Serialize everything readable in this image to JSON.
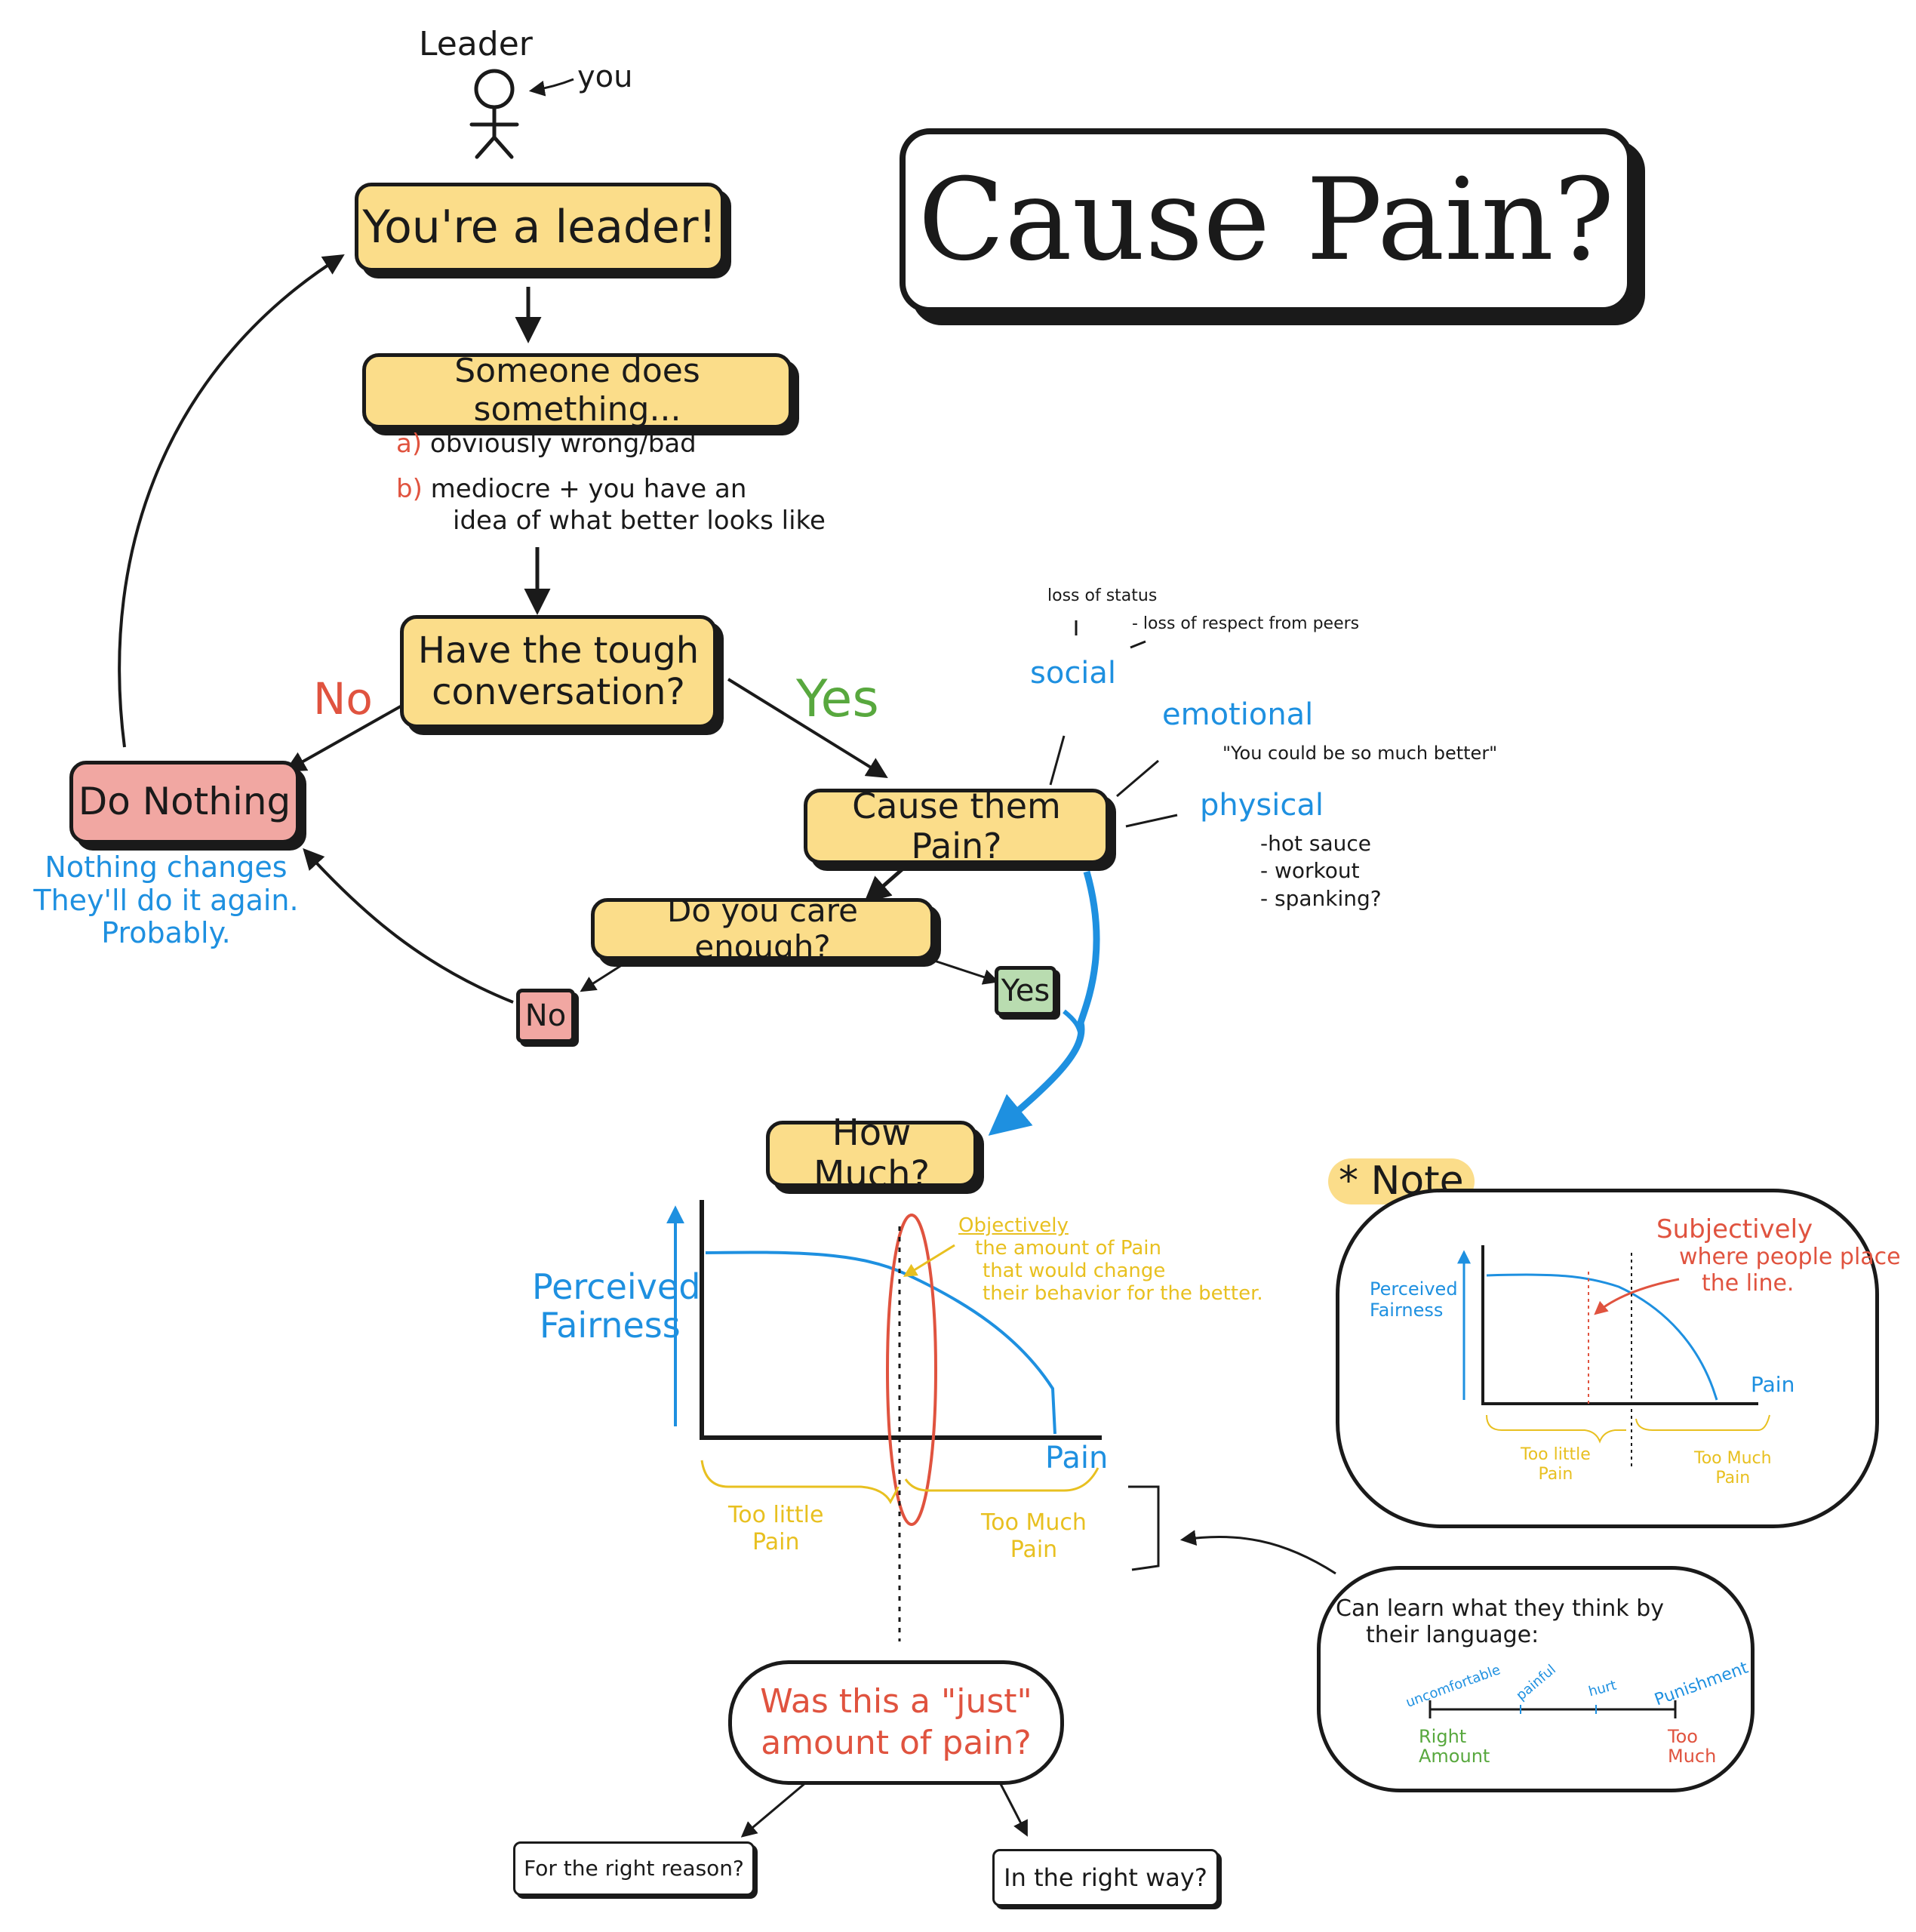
{
  "title": "Cause Pain?",
  "leader": {
    "label": "Leader",
    "you_label": "you"
  },
  "flow": {
    "youre_leader": "You're a leader!",
    "someone_does": "Someone does something...",
    "option_a_marker": "a)",
    "option_a": "obviously wrong/bad",
    "option_b_marker": "b)",
    "option_b_line1": "mediocre + you have an",
    "option_b_line2": "idea of what better looks like",
    "tough_conversation_line1": "Have the tough",
    "tough_conversation_line2": "conversation?",
    "no_label": "No",
    "yes_label": "Yes",
    "do_nothing": "Do Nothing",
    "nothing_changes_line1": "Nothing changes",
    "nothing_changes_line2": "They'll do it again.",
    "nothing_changes_line3": "Probably.",
    "cause_them_pain": "Cause them Pain?",
    "care_enough": "Do you care enough?",
    "no_box": "No",
    "yes_box": "Yes",
    "how_much": "How Much?"
  },
  "pain_types": {
    "social": "social",
    "loss_of_status": "loss of status",
    "loss_of_respect": "- loss of respect from peers",
    "emotional": "emotional",
    "emotional_quote": "\"You could be so much better\"",
    "physical": "physical",
    "physical_items": [
      "-hot sauce",
      "- workout",
      "- spanking?"
    ]
  },
  "main_chart": {
    "ylabel_line1": "Perceived",
    "ylabel_line2": "Fairness",
    "xlabel": "Pain",
    "objectively_title": "Objectively",
    "objectively_line1": "the amount of Pain",
    "objectively_line2": "that would change",
    "objectively_line3": "their behavior for the better.",
    "too_little_line1": "Too little",
    "too_little_line2": "Pain",
    "too_much_line1": "Too Much",
    "too_much_line2": "Pain"
  },
  "just_amount_line1": "Was this a \"just\"",
  "just_amount_line2": "amount of pain?",
  "right_reason": "For the right reason?",
  "right_way": "In the right way?",
  "note": {
    "label": "* Note",
    "ylabel_line1": "Perceived",
    "ylabel_line2": "Fairness",
    "xlabel": "Pain",
    "subjectively_title": "Subjectively",
    "subjectively_line1": "where people place",
    "subjectively_line2": "the line.",
    "too_little_line1": "Too little",
    "too_little_line2": "Pain",
    "too_much_line1": "Too Much",
    "too_much_line2": "Pain"
  },
  "language": {
    "title_line1": "Can learn what they think by",
    "title_line2": "their language:",
    "words": [
      "uncomfortable",
      "painful",
      "hurt",
      "Punishment"
    ],
    "right_amount_line1": "Right",
    "right_amount_line2": "Amount",
    "too_much_line1": "Too",
    "too_much_line2": "Much"
  },
  "colors": {
    "ink": "#1a1a1a",
    "yellow_fill": "#fbdd8a",
    "red_fill": "#f1a7a2",
    "green_fill": "#b9dcb0",
    "blue": "#1e90e0",
    "orange": "#e8c020",
    "red": "#e0533f",
    "green": "#58a83e"
  }
}
